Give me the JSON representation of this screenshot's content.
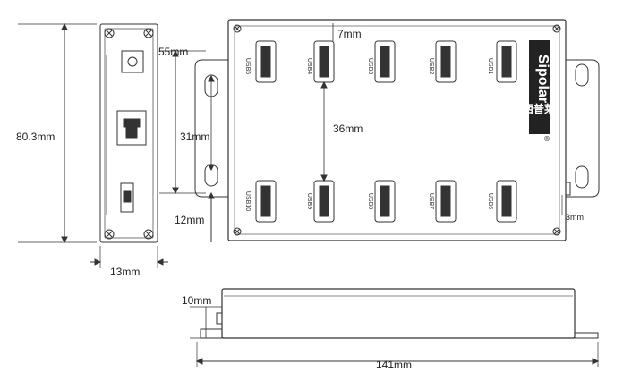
{
  "brand": {
    "name": "Sipolar",
    "chinese": "西普莱",
    "mark": "®"
  },
  "ports": {
    "top": [
      "USB5",
      "USB4",
      "USB3",
      "USB2",
      "USB1"
    ],
    "bottom": [
      "USB10",
      "USB9",
      "USB8",
      "USB7",
      "USB6"
    ]
  },
  "dimensions": {
    "height_total": "80.3mm",
    "side_top_offset": "55mm",
    "port_mount_span": "31mm",
    "bottom_offset": "12mm",
    "side_depth": "13mm",
    "top_margin": "7mm",
    "row_spacing": "36mm",
    "right_tab_offset": "3mm",
    "profile_height": "10mm",
    "total_length": "141mm"
  },
  "colors": {
    "line": "#333333",
    "brand_bg": "#222222",
    "brand_text": "#ffffff"
  }
}
